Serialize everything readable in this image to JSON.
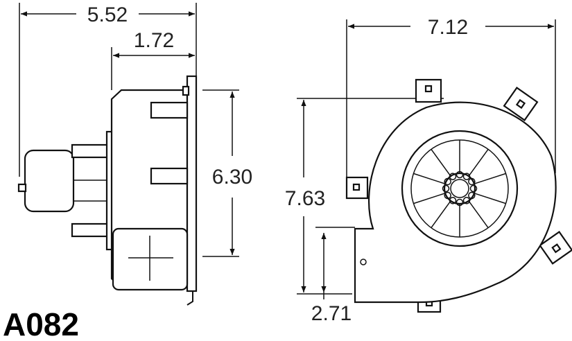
{
  "model_label": "A082",
  "dimensions": {
    "overall_depth": "5.52",
    "flange_depth": "1.72",
    "side_height": "6.30",
    "overall_width": "7.12",
    "overall_height": "7.63",
    "outlet_height": "2.71"
  },
  "colors": {
    "line": "#111111",
    "background": "#ffffff"
  }
}
